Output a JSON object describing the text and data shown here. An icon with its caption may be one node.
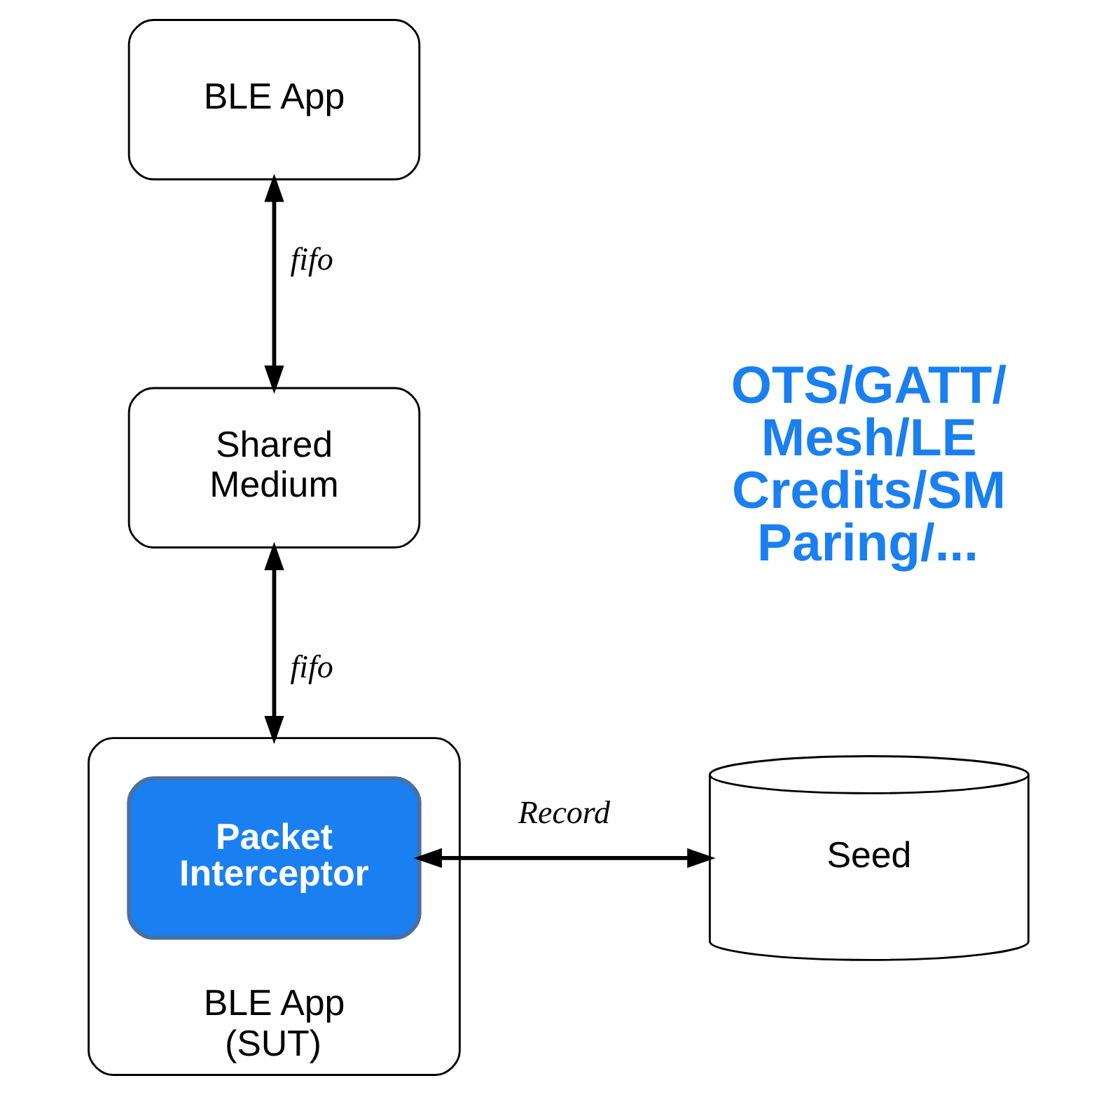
{
  "diagram": {
    "nodes": [
      {
        "text": [
          "BLE App"
        ]
      },
      {
        "text": [
          "Shared Medium"
        ]
      },
      {
        "text": [
          "BLE App (SUT)"
        ]
      },
      {
        "text": [
          "Packet Interceptor"
        ],
        "in": 2
      },
      {
        "text": [
          "Seed"
        ]
      }
    ],
    "edges": [
      {
        "from": 0,
        "to": 1,
        "arrow": "both",
        "label": "fifo"
      },
      {
        "from": 1,
        "to": 2,
        "arrow": "both",
        "label": "fifo"
      },
      {
        "from": 3,
        "to": 4,
        "arrow": "both",
        "label": "Record"
      }
    ],
    "labels": [
      "OTS/GATT/ Mesh/LE Credits/SM Paring/..."
    ]
  }
}
